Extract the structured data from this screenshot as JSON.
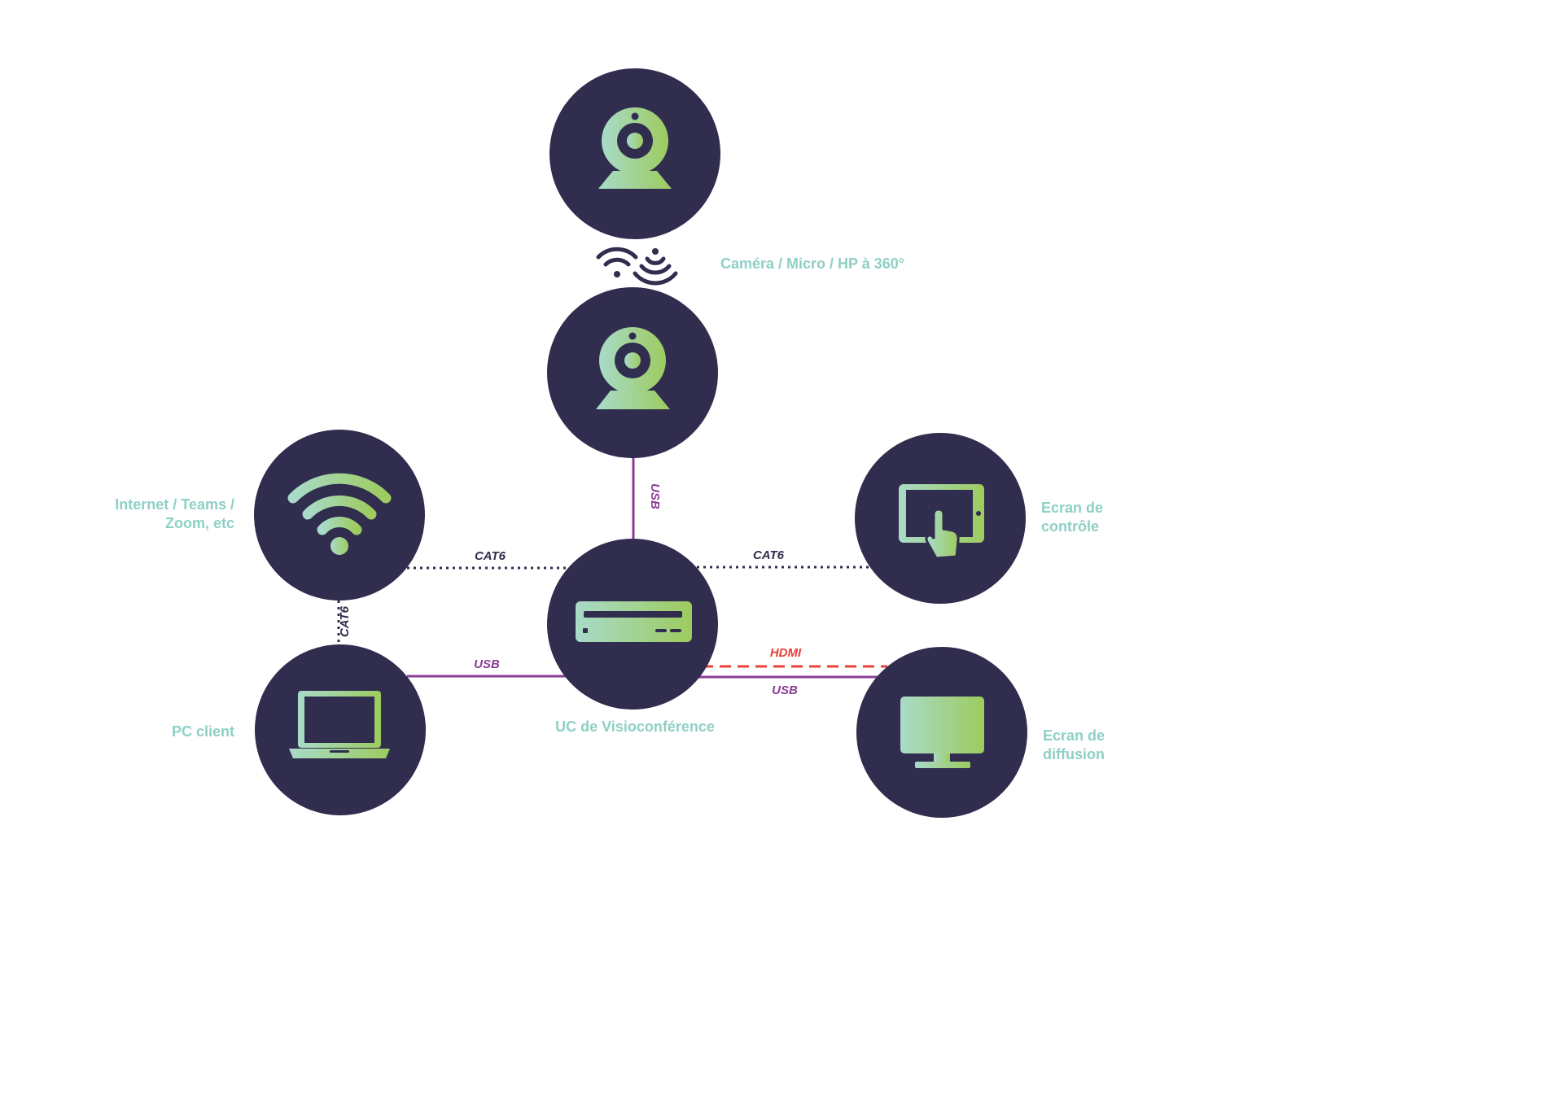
{
  "colors": {
    "node_fill": "#302d4f",
    "icon_gradient_start": "#a8dbc9",
    "icon_gradient_end": "#9dcb5e",
    "label_text": "#8ed0c4",
    "cat6_line": "#302d4f",
    "usb_line": "#8b3d96",
    "hdmi_line": "#e8403a"
  },
  "nodes": {
    "camera_360": {
      "icon": "webcam-icon",
      "label": "Caméra / Micro / HP à 360°"
    },
    "camera_usb": {
      "icon": "webcam-icon"
    },
    "internet": {
      "icon": "wifi-icon",
      "label_line1": "Internet / Teams /",
      "label_line2": "Zoom, etc"
    },
    "uc": {
      "icon": "video-conference-unit-icon",
      "label": "UC de Visioconférence"
    },
    "control_screen": {
      "icon": "tablet-touch-icon",
      "label_line1": "Ecran de",
      "label_line2": "contrôle"
    },
    "pc_client": {
      "icon": "laptop-icon",
      "label": "PC client"
    },
    "display_screen": {
      "icon": "monitor-icon",
      "label_line1": "Ecran de",
      "label_line2": "diffusion"
    }
  },
  "wireless": {
    "icon": "wireless-signal-icon"
  },
  "connections": {
    "camera_usb_to_uc": "USB",
    "internet_to_uc": "CAT6",
    "uc_to_control": "CAT6",
    "internet_to_pc": "CAT6",
    "pc_to_uc": "USB",
    "uc_to_display_hdmi": "HDMI",
    "uc_to_display_usb": "USB"
  }
}
